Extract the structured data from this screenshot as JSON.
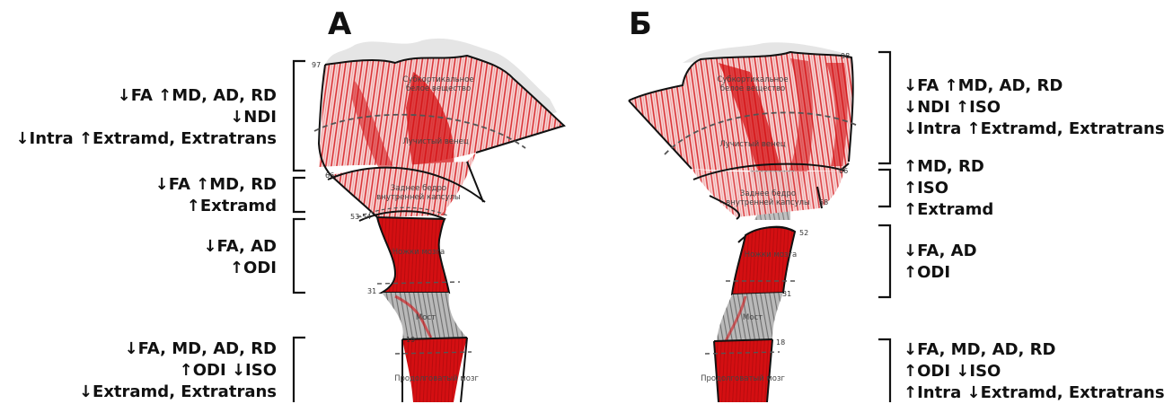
{
  "panel_a": {
    "letter": "А",
    "labels": {
      "g1": [
        "↓FA ↑MD, AD, RD",
        "↓NDI",
        "↓Intra ↑Extramd, Extratrans"
      ],
      "g2": [
        "↓FA ↑MD, RD",
        "↑Extramd"
      ],
      "g3": [
        "↓FA, AD",
        "↑ODI"
      ],
      "g4": [
        "↓FA, MD, AD, RD",
        "↑ODI ↓ISO",
        "↓Extramd, Extratrans"
      ]
    },
    "regions": {
      "subcortical_1": "Субкортикальное",
      "subcortical_2": "белое вещество",
      "corona": "Лучистый венец",
      "capsule_1": "Заднее бедро",
      "capsule_2": "внутренней капсулы",
      "peduncle": "Ножки мозга",
      "pons": "Мост",
      "medulla": "Продолговатый мозг"
    },
    "numbers": {
      "n97": "97",
      "n66": "66",
      "n53": "53-54",
      "n31": "31",
      "n19": "19"
    }
  },
  "panel_b": {
    "letter": "Б",
    "labels": {
      "g1": [
        "↓FA ↑MD, AD, RD",
        "↓NDI ↑ISO",
        "↓Intra ↑Extramd, Extratrans"
      ],
      "g2": [
        "↑MD, RD",
        "↑ISO",
        "↑Extramd"
      ],
      "g3": [
        "↓FA, AD",
        "↑ODI"
      ],
      "g4": [
        "↓FA, MD, AD, RD",
        "↑ODI ↓ISO",
        "↑Intra ↓Extramd, Extratrans"
      ]
    },
    "regions": {
      "subcortical_1": "Субкортикальное",
      "subcortical_2": "белое вещество",
      "corona": "Лучистый венец",
      "capsule_1": "Заднее бедро",
      "capsule_2": "внутренней капсулы",
      "peduncle": "Ножки мозга",
      "pons": "Мост",
      "medulla": "Продолговатый мозг"
    },
    "numbers": {
      "n98": "98",
      "n66": "66",
      "n58": "58",
      "n52": "52",
      "n31": "31",
      "n18": "18"
    }
  },
  "colors": {
    "tract_red": "#d40f12",
    "tract_grey": "#8a8a8a",
    "outline": "#111111"
  }
}
